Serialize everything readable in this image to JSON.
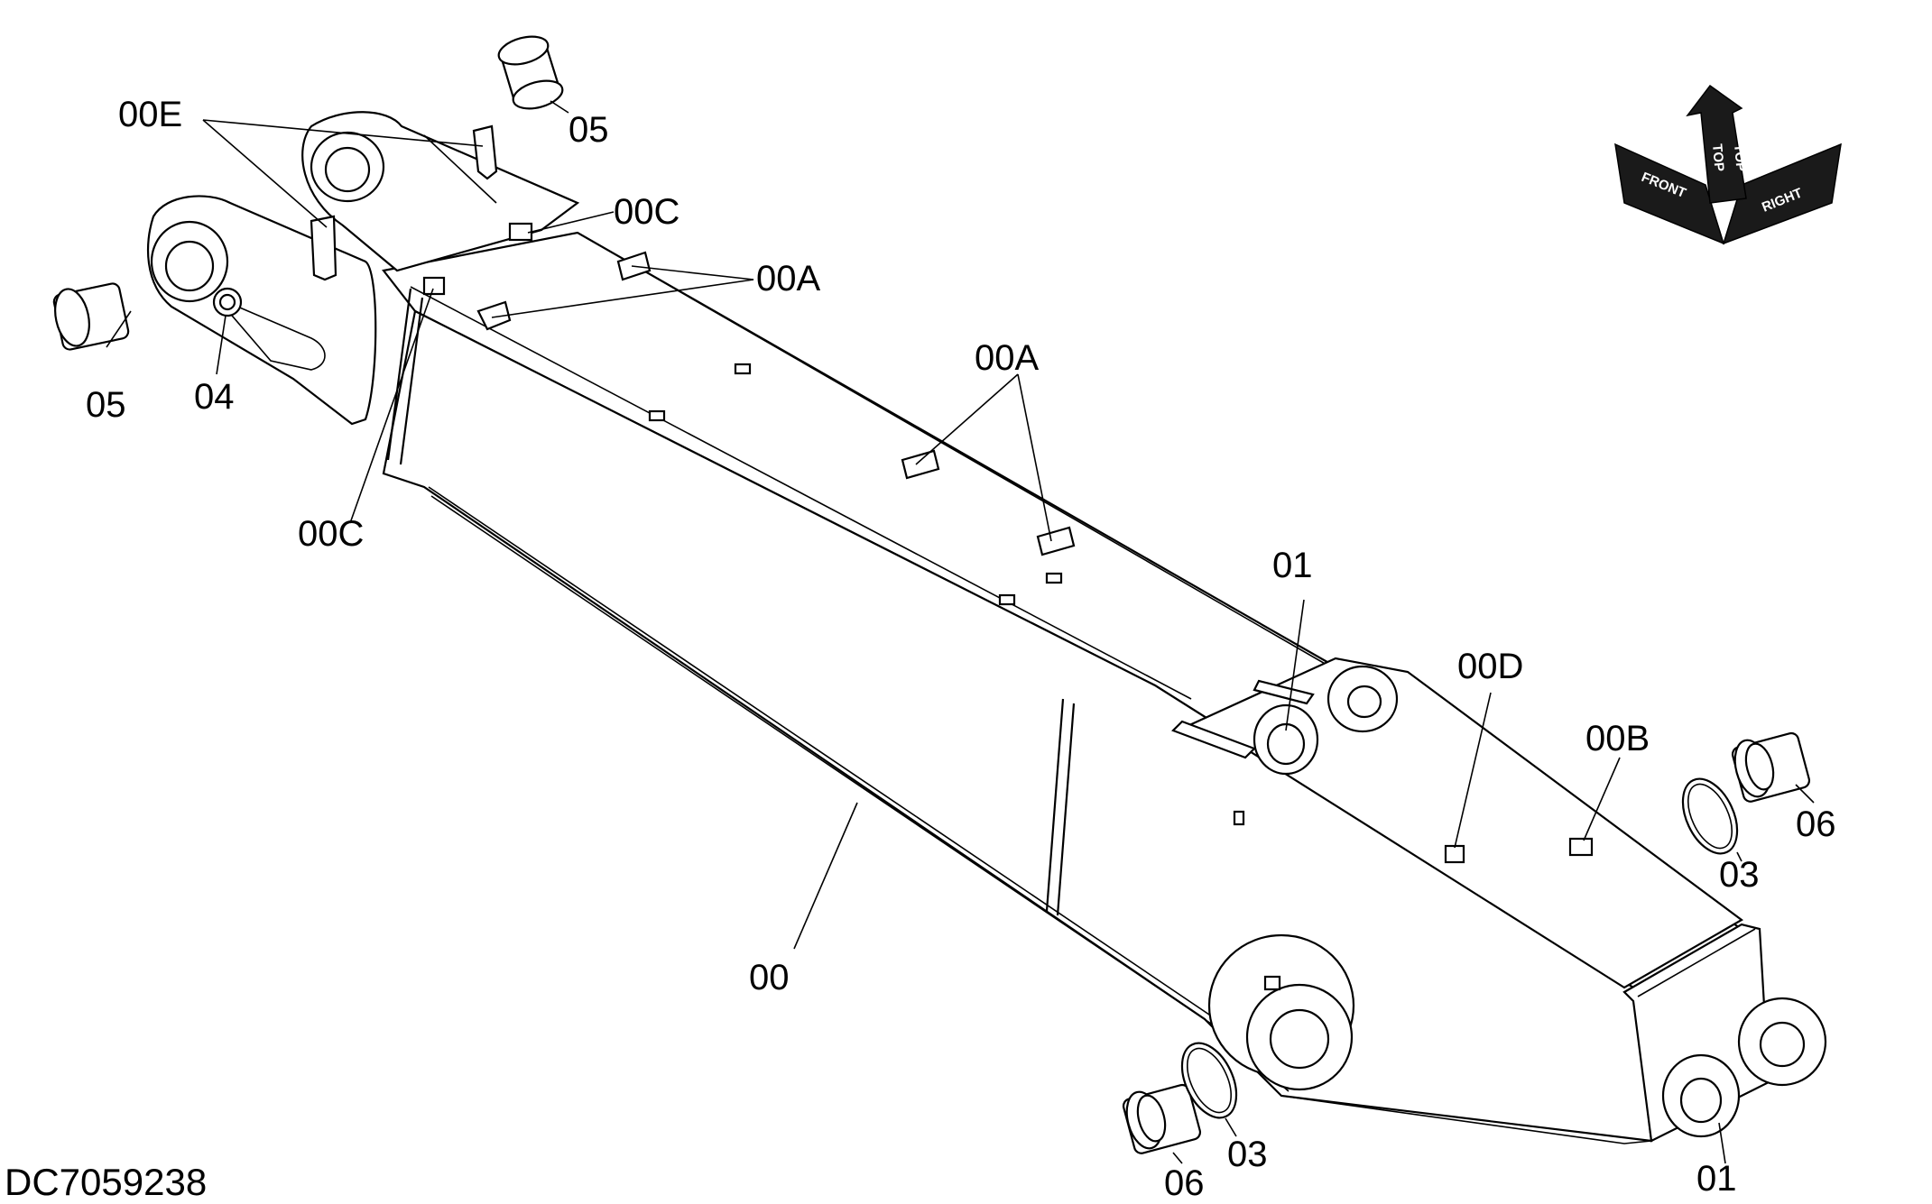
{
  "diagram": {
    "document_number": "DC7059238",
    "orientation_indicator": {
      "labels": [
        "FRONT",
        "TOP",
        "TOP",
        "RIGHT"
      ]
    },
    "callouts": [
      {
        "id": "c-00E",
        "text": "00E"
      },
      {
        "id": "c-05-top",
        "text": "05"
      },
      {
        "id": "c-00C-top",
        "text": "00C"
      },
      {
        "id": "c-00A-top",
        "text": "00A"
      },
      {
        "id": "c-05-left",
        "text": "05"
      },
      {
        "id": "c-04",
        "text": "04"
      },
      {
        "id": "c-00C-left",
        "text": "00C"
      },
      {
        "id": "c-00A-mid",
        "text": "00A"
      },
      {
        "id": "c-01-top",
        "text": "01"
      },
      {
        "id": "c-00D",
        "text": "00D"
      },
      {
        "id": "c-00B",
        "text": "00B"
      },
      {
        "id": "c-06-right",
        "text": "06"
      },
      {
        "id": "c-03-right",
        "text": "03"
      },
      {
        "id": "c-00",
        "text": "00"
      },
      {
        "id": "c-03-bottom",
        "text": "03"
      },
      {
        "id": "c-06-bottom",
        "text": "06"
      },
      {
        "id": "c-01-bottom",
        "text": "01"
      }
    ]
  }
}
